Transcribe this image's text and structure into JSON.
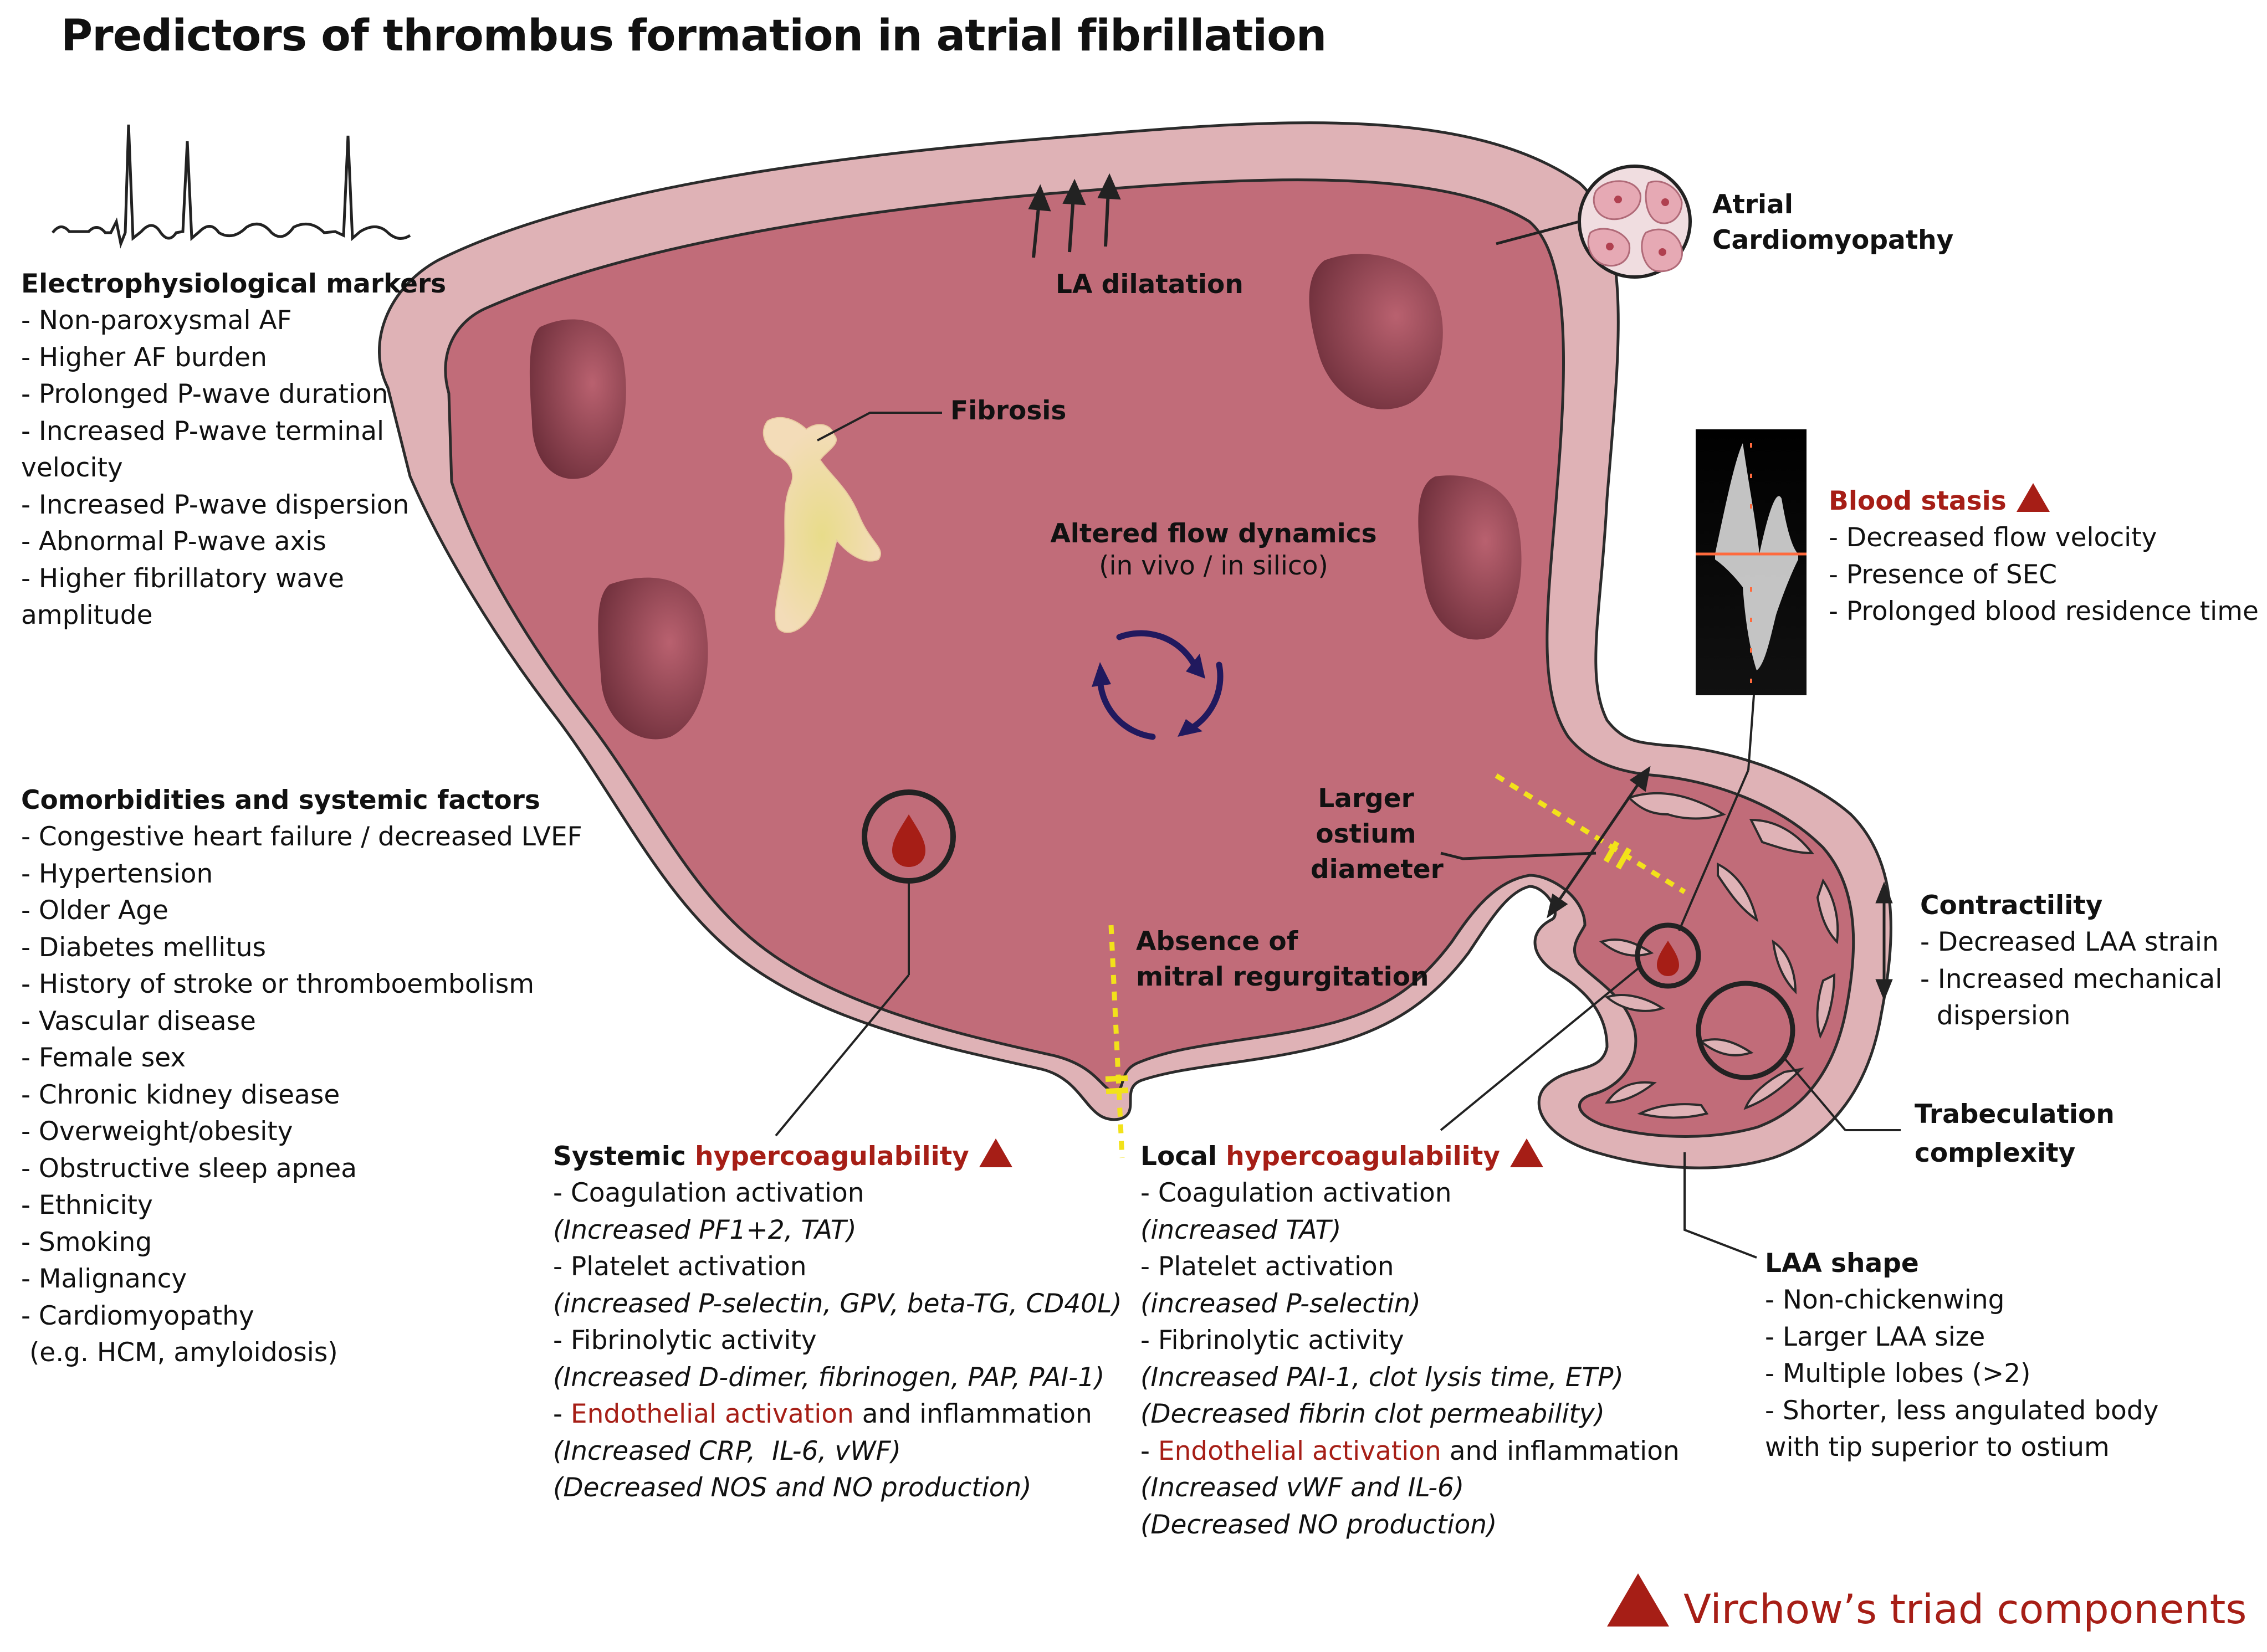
{
  "title": "Predictors of thrombus formation in atrial fibrillation",
  "electrophysiological": {
    "heading": "Electrophysiological markers",
    "items": [
      "- Non-paroxysmal AF",
      "- Higher AF burden",
      "- Prolonged P-wave duration",
      "- Increased P-wave terminal",
      "velocity",
      "- Increased P-wave dispersion",
      "- Abnormal P-wave axis",
      "- Higher fibrillatory wave",
      "amplitude"
    ]
  },
  "comorbidities": {
    "heading": "Comorbidities and systemic factors",
    "items": [
      "- Congestive heart failure / decreased LVEF",
      "- Hypertension",
      "- Older Age",
      "- Diabetes mellitus",
      "- History of stroke or thromboembolism",
      "- Vascular disease",
      "- Female sex",
      "- Chronic kidney disease",
      "- Overweight/obesity",
      "- Obstructive sleep apnea",
      "- Ethnicity",
      "- Smoking",
      "- Malignancy",
      "- Cardiomyopathy",
      " (e.g. HCM, amyloidosis)"
    ]
  },
  "systemic": {
    "heading_prefix": "Systemic ",
    "heading_red": "hypercoagulability",
    "lines": {
      "l1": "- Coagulation activation",
      "l2": "(Increased PF1+2, TAT)",
      "l3": "- Platelet activation",
      "l4": "(increased P-selectin, GPV, beta-TG, CD40L)",
      "l5": "- Fibrinolytic activity",
      "l6": "(Increased D-dimer, fibrinogen, PAP, PAI-1)",
      "l7_dash": "- ",
      "l7_red": "Endothelial activation",
      "l7_rest": " and inflammation",
      "l8": "(Increased CRP,  IL-6, vWF)",
      "l9": "(Decreased NOS and NO production)"
    }
  },
  "local": {
    "heading_prefix": "Local ",
    "heading_red": "hypercoagulability",
    "lines": {
      "l1": "- Coagulation activation",
      "l2": "(increased TAT)",
      "l3": "- Platelet activation",
      "l4": "(increased P-selectin)",
      "l5": "- Fibrinolytic activity",
      "l6": "(Increased PAI-1, clot lysis time, ETP)",
      "l7": "(Decreased fibrin clot permeability)",
      "l8_dash": "- ",
      "l8_red": "Endothelial activation",
      "l8_rest": " and inflammation",
      "l9": "(Increased vWF and IL-6)",
      "l10": "(Decreased NO production)"
    }
  },
  "blood_stasis": {
    "heading": "Blood stasis",
    "items": [
      "- Decreased flow velocity",
      "- Presence of SEC",
      "- Prolonged blood residence time"
    ]
  },
  "contractility": {
    "heading": "Contractility",
    "items": [
      "- Decreased LAA strain",
      "- Increased mechanical",
      "  dispersion"
    ]
  },
  "laa_shape": {
    "heading": "LAA shape",
    "items": [
      "- Non-chickenwing",
      "- Larger LAA size",
      "- Multiple lobes (>2)",
      "- Shorter, less angulated body",
      "with tip superior to ostium"
    ]
  },
  "labels": {
    "la_dilatation": "LA dilatation",
    "fibrosis": "Fibrosis",
    "atrial_cardio_1": "Atrial",
    "atrial_cardio_2": "Cardiomyopathy",
    "altered_flow": "Altered flow dynamics",
    "altered_flow_sub": "(in vivo / in silico)",
    "ostium_1": "Larger",
    "ostium_2": "ostium",
    "ostium_3": "diameter",
    "mitral_1": "Absence of",
    "mitral_2": "mitral regurgitation",
    "trabec_1": "Trabeculation",
    "trabec_2": "complexity"
  },
  "legend": {
    "text": "Virchow’s triad components"
  },
  "colors": {
    "atrium_fill": "#c16c79",
    "wall_fill": "#dfb2b6",
    "outline": "#2b2b2b",
    "accent_red": "#a61e16",
    "flow_arrows": "#21195e",
    "dashed_yellow": "#f2e21a",
    "fibrosis": "#f2dcb3"
  }
}
